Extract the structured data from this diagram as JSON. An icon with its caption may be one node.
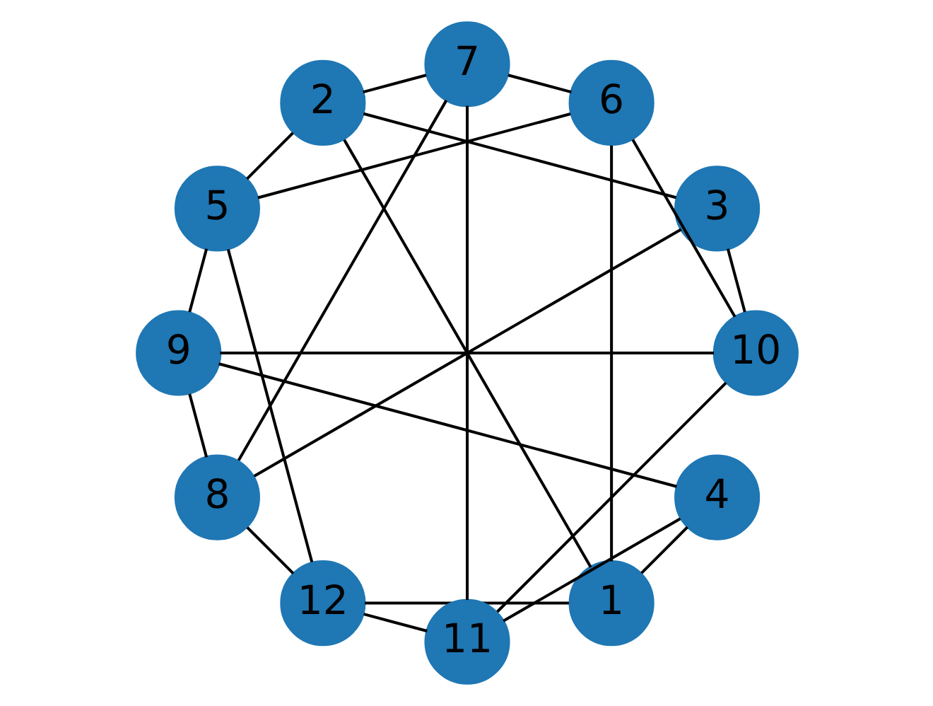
{
  "diagram": {
    "nodes": [
      {
        "text": [
          "1"
        ]
      },
      {
        "text": [
          "2"
        ]
      },
      {
        "text": [
          "3"
        ]
      },
      {
        "text": [
          "4"
        ]
      },
      {
        "text": [
          "5"
        ]
      },
      {
        "text": [
          "6"
        ]
      },
      {
        "text": [
          "7"
        ]
      },
      {
        "text": [
          "8"
        ]
      },
      {
        "text": [
          "9"
        ]
      },
      {
        "text": [
          "10"
        ]
      },
      {
        "text": [
          "11"
        ]
      },
      {
        "text": [
          "12"
        ]
      }
    ],
    "edges": [
      {
        "from": 0,
        "to": 1,
        "arrow": "none"
      },
      {
        "from": 0,
        "to": 3,
        "arrow": "none"
      },
      {
        "from": 0,
        "to": 11,
        "arrow": "none"
      },
      {
        "from": 0,
        "to": 5,
        "arrow": "none"
      },
      {
        "from": 1,
        "to": 2,
        "arrow": "none"
      },
      {
        "from": 1,
        "to": 4,
        "arrow": "none"
      },
      {
        "from": 1,
        "to": 6,
        "arrow": "none"
      },
      {
        "from": 2,
        "to": 7,
        "arrow": "none"
      },
      {
        "from": 2,
        "to": 9,
        "arrow": "none"
      },
      {
        "from": 3,
        "to": 10,
        "arrow": "none"
      },
      {
        "from": 3,
        "to": 8,
        "arrow": "none"
      },
      {
        "from": 4,
        "to": 5,
        "arrow": "none"
      },
      {
        "from": 4,
        "to": 11,
        "arrow": "none"
      },
      {
        "from": 4,
        "to": 8,
        "arrow": "none"
      },
      {
        "from": 5,
        "to": 6,
        "arrow": "none"
      },
      {
        "from": 5,
        "to": 9,
        "arrow": "none"
      },
      {
        "from": 6,
        "to": 7,
        "arrow": "none"
      },
      {
        "from": 6,
        "to": 10,
        "arrow": "none"
      },
      {
        "from": 7,
        "to": 8,
        "arrow": "none"
      },
      {
        "from": 7,
        "to": 11,
        "arrow": "none"
      },
      {
        "from": 8,
        "to": 9,
        "arrow": "none"
      },
      {
        "from": 9,
        "to": 10,
        "arrow": "none"
      },
      {
        "from": 10,
        "to": 11,
        "arrow": "none"
      }
    ]
  }
}
